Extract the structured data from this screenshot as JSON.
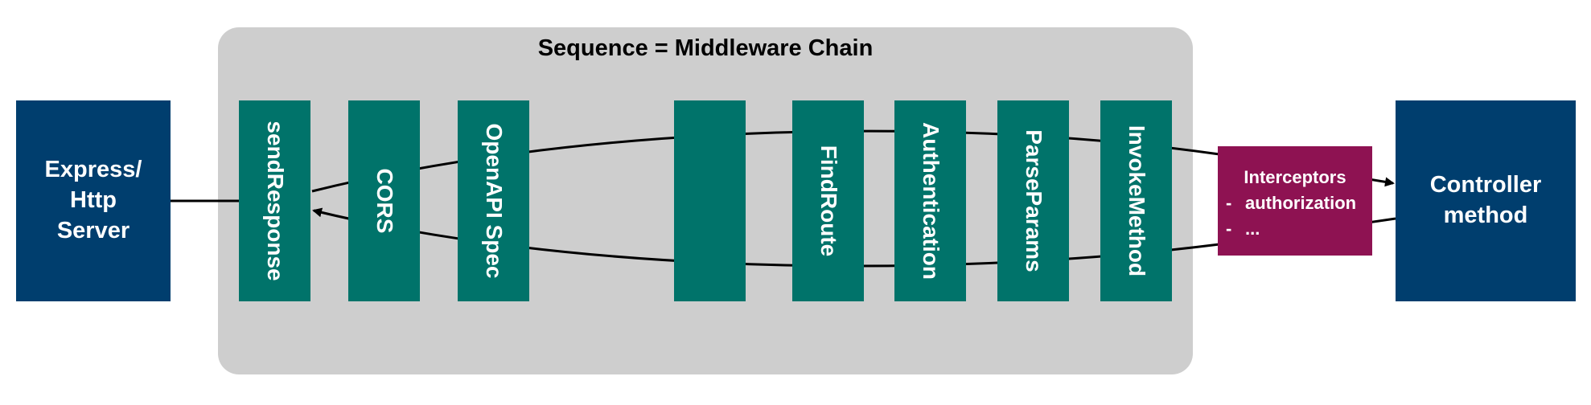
{
  "diagram": {
    "title": "Sequence = Middleware Chain",
    "server": {
      "line1": "Express/",
      "line2": "Http",
      "line3": "Server"
    },
    "controller": {
      "line1": "Controller",
      "line2": "method"
    },
    "middleware": [
      "sendResponse",
      "CORS",
      "OpenAPI Spec",
      "",
      "FindRoute",
      "Authentication",
      "ParseParams",
      "InvokeMethod"
    ],
    "interceptors": {
      "title": "Interceptors",
      "items": [
        "authorization",
        "..."
      ]
    },
    "colors": {
      "group": "#cecece",
      "blue_box": "#003e6e",
      "middleware": "#00736a",
      "interceptors": "#8e1252"
    }
  }
}
